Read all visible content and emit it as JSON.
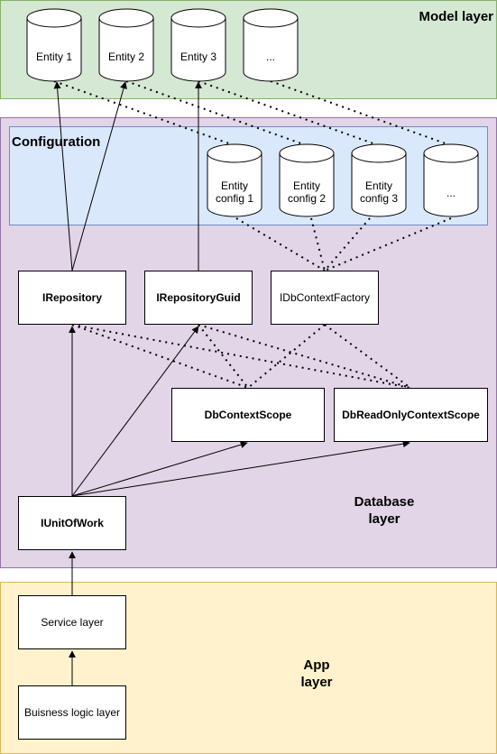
{
  "zones": {
    "model": {
      "title": "Model layer",
      "fill": "#d5e8d4",
      "stroke": "#82b366"
    },
    "database": {
      "title": "Database\nlayer",
      "fill": "#e1d5e7",
      "stroke": "#9673a6"
    },
    "configuration": {
      "title": "Configuration",
      "fill": "#dae8fc",
      "stroke": "#6c8ebf"
    },
    "app": {
      "title": "App\nlayer",
      "fill": "#fff2cc",
      "stroke": "#d6b656"
    }
  },
  "entities": [
    "Entity 1",
    "Entity 2",
    "Entity 3",
    "..."
  ],
  "entity_configs": [
    "Entity\nconfig 1",
    "Entity\nconfig 2",
    "Entity\nconfig 3",
    "..."
  ],
  "boxes": {
    "irepository": "IRepository",
    "irepository_guid": "IRepositoryGuid",
    "idbcontext_factory": "IDbContextFactory",
    "dbcontext_scope": "DbContextScope",
    "dbreadonly_context_scope": "DbReadOnlyContextScope",
    "iunitofwork": "IUnitOfWork",
    "service_layer": "Service layer",
    "business_logic_layer": "Buisness logic layer"
  }
}
